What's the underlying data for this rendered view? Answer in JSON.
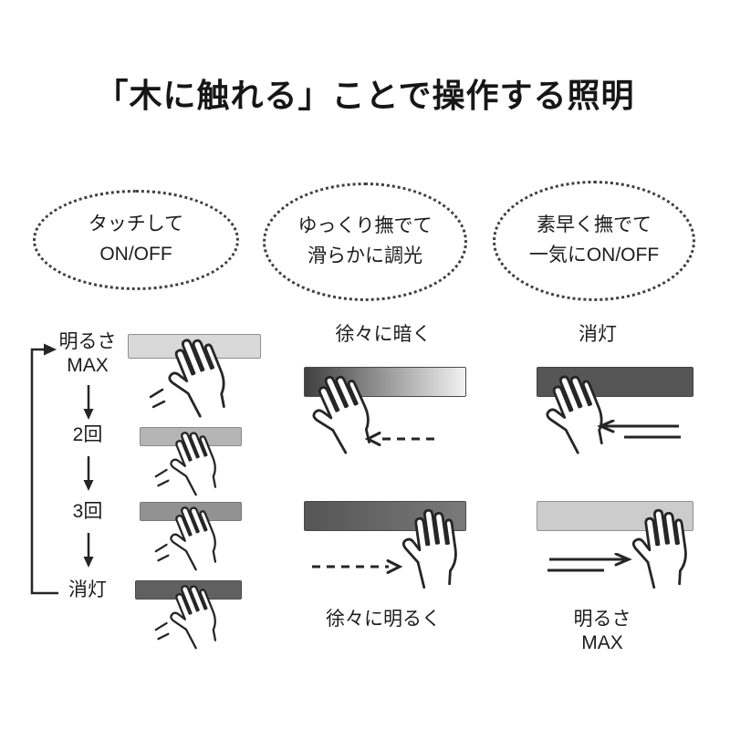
{
  "title": "「木に触れる」ことで操作する照明",
  "bubbles": {
    "touch": {
      "line1": "タッチして",
      "line2": "ON/OFF"
    },
    "slow": {
      "line1": "ゆっくり撫でて",
      "line2": "滑らかに調光"
    },
    "fast": {
      "line1": "素早く撫でて",
      "line2": "一気にON/OFF"
    }
  },
  "touch_column": {
    "step1_line1": "明るさ",
    "step1_line2": "MAX",
    "step2": "2回",
    "step3": "3回",
    "step4": "消灯"
  },
  "slow_column": {
    "top_label": "徐々に暗く",
    "bottom_label": "徐々に明るく"
  },
  "fast_column": {
    "top_label": "消灯",
    "bottom_label_line1": "明るさ",
    "bottom_label_line2": "MAX"
  },
  "colors": {
    "ink": "#262626",
    "bar_max": "#d9d9d9",
    "bar_level2": "#b5b5b5",
    "bar_level3": "#929292",
    "bar_off": "#606060",
    "dim_gradient_start": "#3f3f3f",
    "dim_gradient_end": "#f2f2f2",
    "brighten_gradient_start": "#555555",
    "brighten_gradient_end": "#7a7a7a",
    "bar_fast_off": "#565656",
    "bar_fast_max": "#cccccc"
  }
}
